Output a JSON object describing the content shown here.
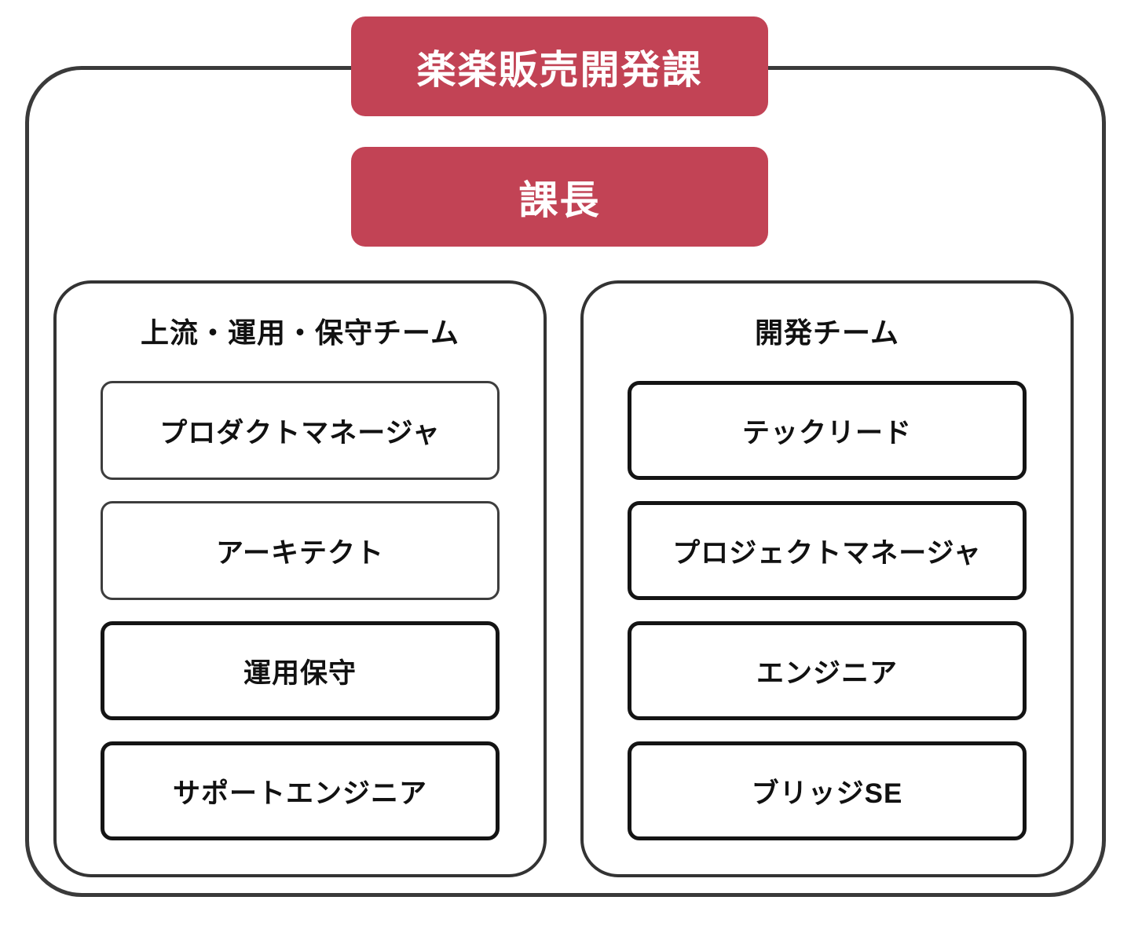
{
  "page": {
    "background": "#FFFFFF"
  },
  "org": {
    "department_label": "楽楽販売開発課",
    "manager_label": "課長",
    "teams": [
      {
        "name": "上流・運用・保守チーム",
        "roles": [
          "プロダクトマネージャ",
          "アーキテクト",
          "運用保守",
          "サポートエンジニア"
        ]
      },
      {
        "name": "開発チーム",
        "roles": [
          "テックリード",
          "プロジェクトマネージャ",
          "エンジニア",
          "ブリッジSE"
        ]
      }
    ]
  },
  "colors": {
    "accent_red": "#C24355",
    "outer_border": "#3A3A3A",
    "team_border": "#333333",
    "role_border": "#141414"
  }
}
